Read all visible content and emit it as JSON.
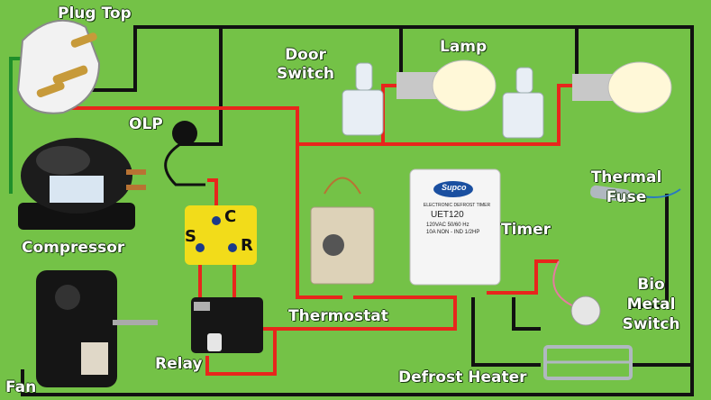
{
  "labels": {
    "plug_top": "Plug Top",
    "door_switch_line1": "Door",
    "door_switch_line2": "Switch",
    "lamp": "Lamp",
    "olp": "OLP",
    "compressor": "Compressor",
    "thermal_fuse_line1": "Thermal",
    "thermal_fuse_line2": "Fuse",
    "timer": "Timer",
    "bio_line1": "Bio",
    "bio_line2": "Metal",
    "bio_line3": "Switch",
    "thermostat": "Thermostat",
    "relay": "Relay",
    "fan": "Fan",
    "defrost_heater": "Defrost Heater"
  },
  "relay_terminals": {
    "c": "C",
    "s": "S",
    "r": "R"
  },
  "timer_device": {
    "brand": "Supco",
    "line1": "ELECTRONIC DEFROST TIMER",
    "model": "UET120",
    "line3": "120VAC 50/60 Hz",
    "line4": "10A NON - IND 1/2HP"
  },
  "colors": {
    "background": "#74c247",
    "wire_live": "#e8261c",
    "wire_neutral": "#111111",
    "wire_earth": "#1f8f2a",
    "relay_box": "#f2dc1a"
  }
}
